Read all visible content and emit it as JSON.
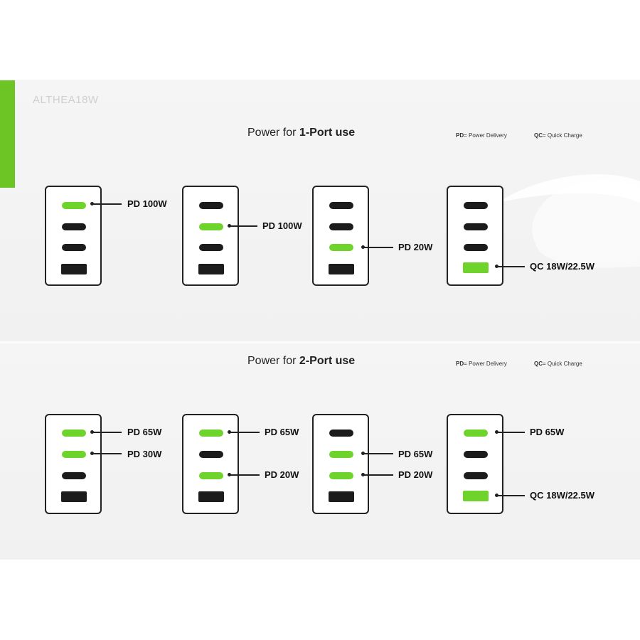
{
  "watermark": "ALTHEA18W",
  "brand_color": "#6cc524",
  "active_port_color": "#6ed32a",
  "sections": [
    {
      "title_prefix": "Power for ",
      "title_bold": "1-Port use",
      "legend_pd_key": "PD",
      "legend_pd_text": "= Power Delivery",
      "legend_qc_key": "QC",
      "legend_qc_text": "= Quick Charge",
      "labels": [
        "PD 100W",
        "PD 100W",
        "PD 20W",
        "QC 18W/22.5W"
      ]
    },
    {
      "title_prefix": "Power for ",
      "title_bold": "2-Port use",
      "legend_pd_key": "PD",
      "legend_pd_text": "= Power Delivery",
      "legend_qc_key": "QC",
      "legend_qc_text": "= Quick Charge",
      "labels": [
        "PD 65W",
        "PD 30W",
        "PD 65W",
        "PD 20W",
        "PD 65W",
        "PD 20W",
        "PD 65W",
        "QC 18W/22.5W"
      ]
    }
  ]
}
